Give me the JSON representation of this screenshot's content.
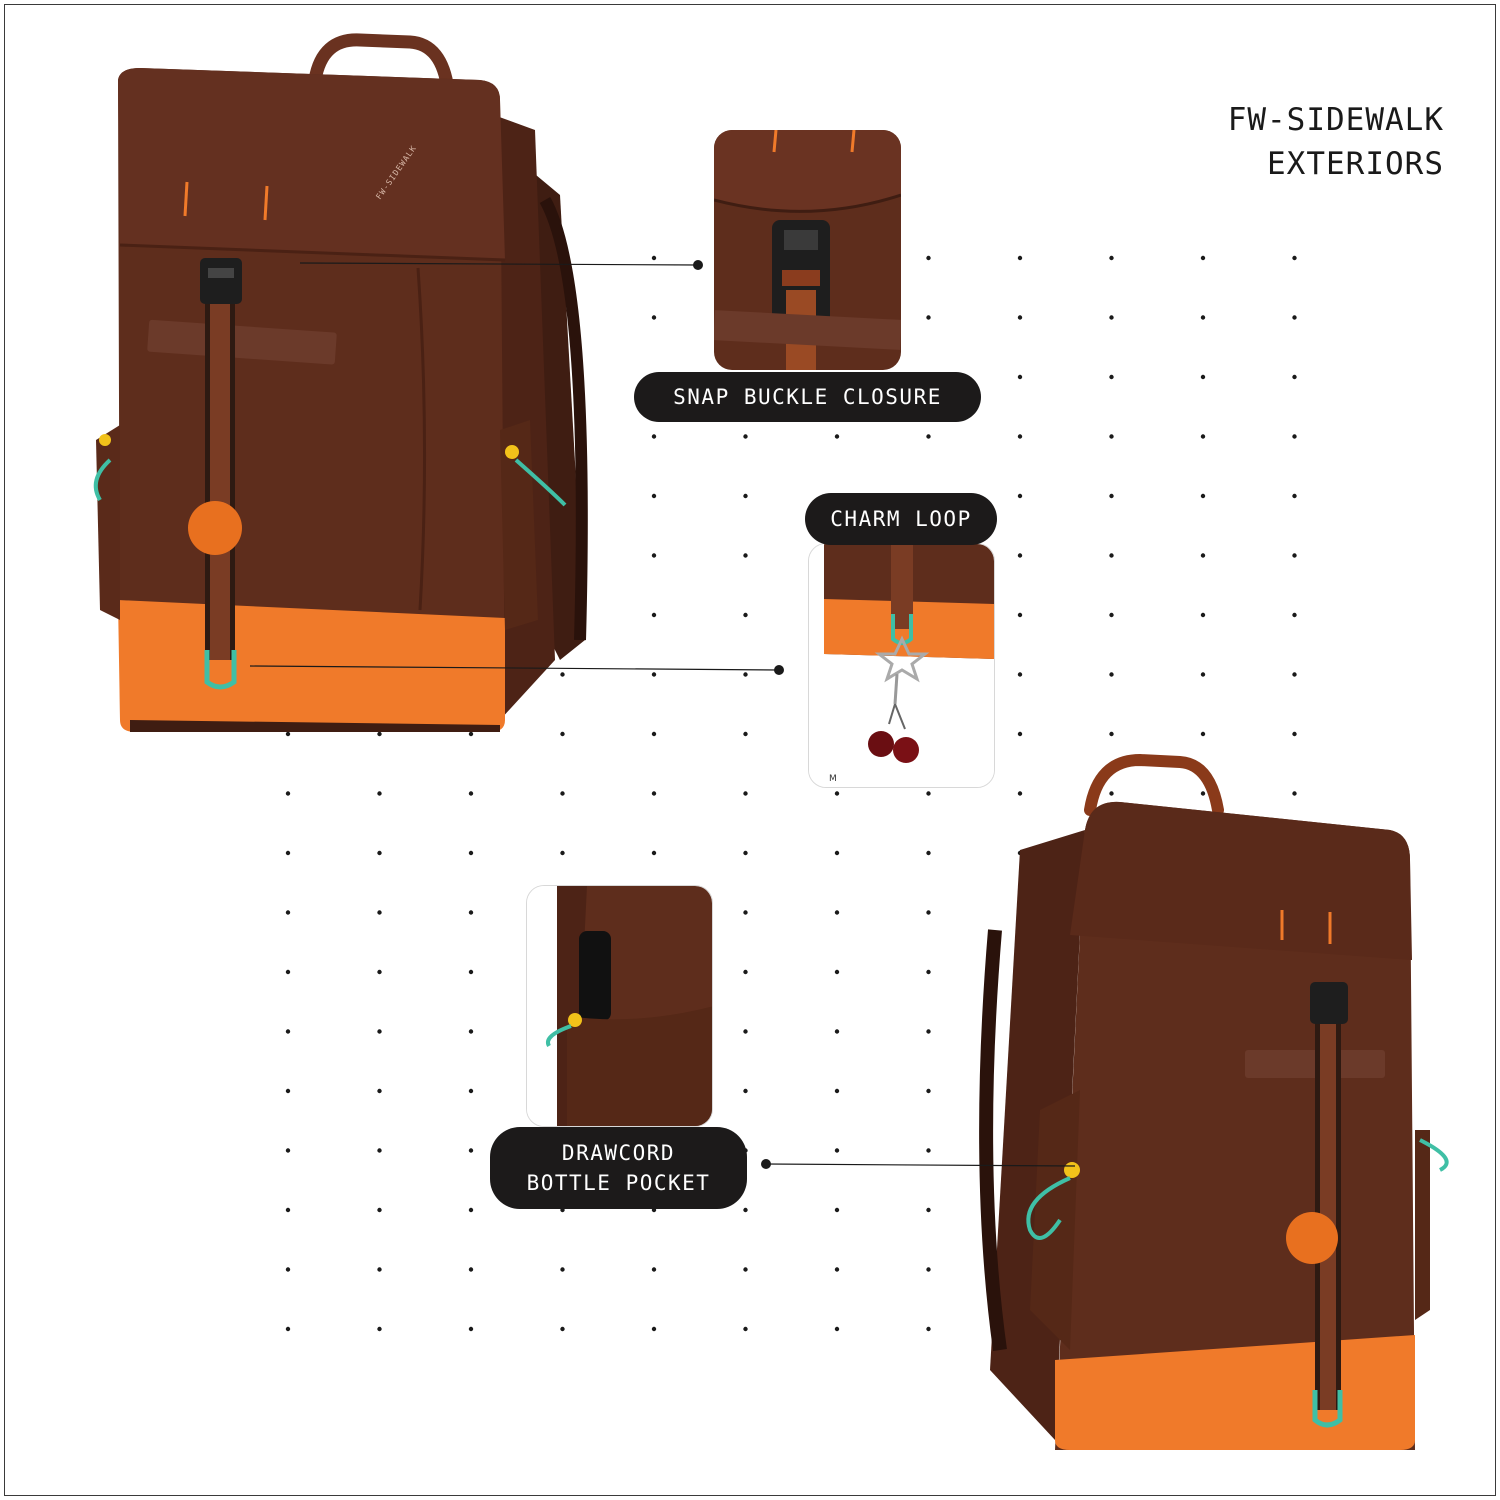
{
  "header": {
    "line1": "FW-SIDEWALK",
    "line2": "EXTERIORS"
  },
  "callouts": {
    "snap": "SNAP BUCKLE CLOSURE",
    "charm": "CHARM LOOP",
    "drawcord_line1": "DRAWCORD",
    "drawcord_line2": "BOTTLE POCKET"
  },
  "product_label": "FW-SIDEWALK",
  "tiny_mark": "M",
  "colors": {
    "body_brown": "#5e2d1c",
    "dark_brown": "#3f1d12",
    "orange": "#f07a2a",
    "teal": "#3fbfa5",
    "yellow": "#f2c21a",
    "pill_bg": "#1c1a1a"
  }
}
